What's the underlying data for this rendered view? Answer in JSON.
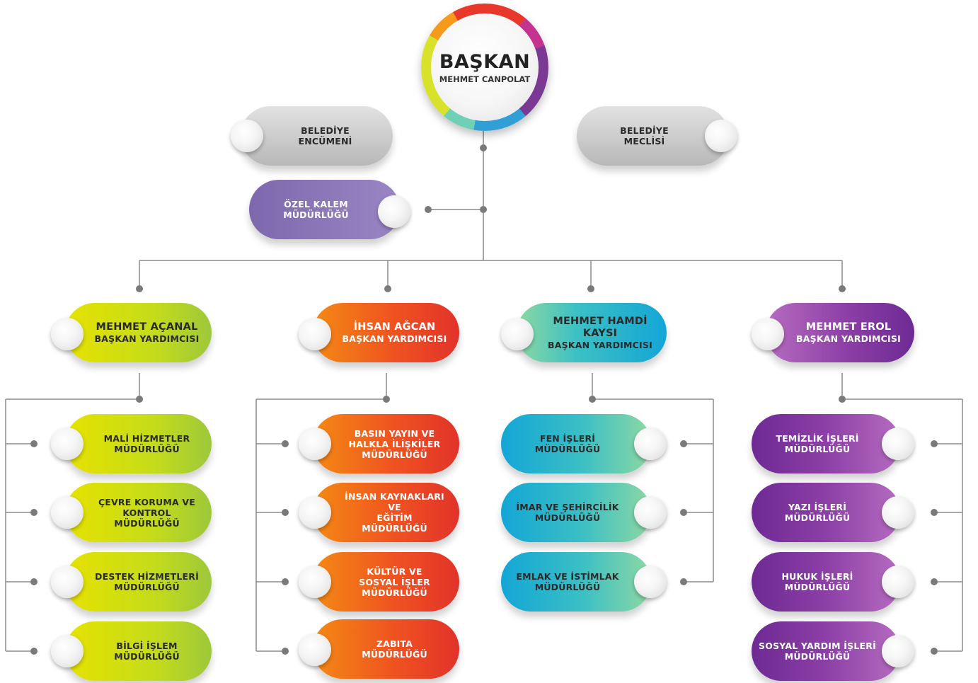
{
  "president": {
    "title": "BAŞKAN",
    "name": "MEHMET CANPOLAT"
  },
  "council": [
    {
      "l1": "BELEDİYE",
      "l2": "ENCÜMENİ"
    },
    {
      "l1": "BELEDİYE",
      "l2": "MECLİSİ"
    }
  ],
  "private_office": {
    "l1": "ÖZEL KALEM",
    "l2": "MÜDÜRLÜĞÜ"
  },
  "deputies": [
    {
      "name": "MEHMET AÇANAL",
      "role": "BAŞKAN YARDIMCISI",
      "units": [
        [
          "MALİ HİZMETLER",
          "MÜDÜRLÜĞÜ"
        ],
        [
          "ÇEVRE KORUMA VE",
          "KONTROL",
          "MÜDÜRLÜĞÜ"
        ],
        [
          "DESTEK HİZMETLERİ",
          "MÜDÜRLÜĞÜ"
        ],
        [
          "BİLGİ İŞLEM",
          "MÜDÜRLÜĞÜ"
        ]
      ]
    },
    {
      "name": "İHSAN AĞCAN",
      "role": "BAŞKAN YARDIMCISI",
      "units": [
        [
          "BASIN YAYIN VE",
          "HALKLA İLİŞKİLER",
          "MÜDÜRLÜĞÜ"
        ],
        [
          "İNSAN KAYNAKLARI VE",
          "EĞİTİM",
          "MÜDÜRLÜĞÜ"
        ],
        [
          "KÜLTÜR VE",
          "SOSYAL İŞLER",
          "MÜDÜRLÜĞÜ"
        ],
        [
          "ZABITA",
          "MÜDÜRLÜĞÜ"
        ]
      ]
    },
    {
      "name": "MEHMET HAMDİ KAYSI",
      "role": "BAŞKAN YARDIMCISI",
      "units": [
        [
          "FEN İŞLERİ",
          "MÜDÜRLÜĞÜ"
        ],
        [
          "İMAR VE ŞEHİRCİLİK",
          "MÜDÜRLÜĞÜ"
        ],
        [
          "EMLAK VE İSTİMLAK",
          "MÜDÜRLÜĞÜ"
        ]
      ]
    },
    {
      "name": "MEHMET EROL",
      "role": "BAŞKAN YARDIMCISI",
      "units": [
        [
          "TEMİZLİK İŞLERİ",
          "MÜDÜRLÜĞÜ"
        ],
        [
          "YAZI İŞLERİ",
          "MÜDÜRLÜĞÜ"
        ],
        [
          "HUKUK İŞLERİ",
          "MÜDÜRLÜĞÜ"
        ],
        [
          "SOSYAL YARDIM İŞLERİ",
          "MÜDÜRLÜĞÜ"
        ]
      ]
    }
  ],
  "colors": {
    "line": "#8a8a8a",
    "dot": "#7a7a7a"
  }
}
